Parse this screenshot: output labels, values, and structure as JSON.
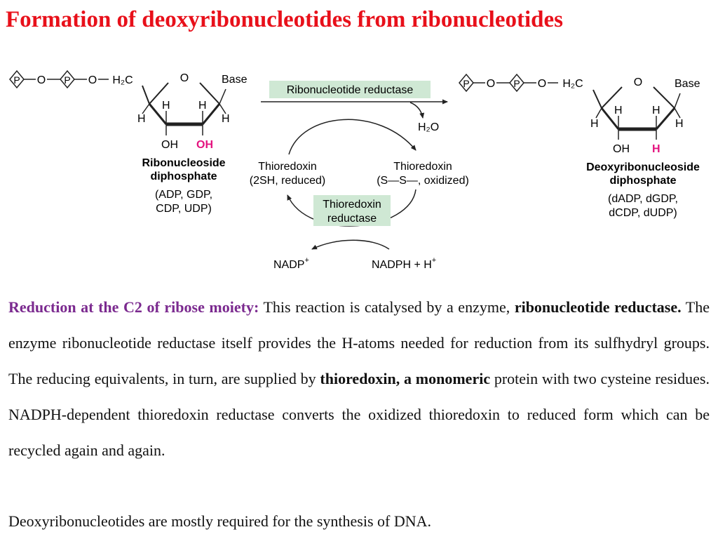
{
  "title": "Formation of deoxyribonucleotides from ribonucleotides",
  "diagram": {
    "left_molecule": {
      "phosphate": "P",
      "o_link": "O",
      "h2c": "H₂C",
      "ring_o": "O",
      "base": "Base",
      "h": "H",
      "oh": "OH",
      "oh_highlight": "OH",
      "name_line1": "Ribonucleoside",
      "name_line2": "diphosphate",
      "examples_line1": "(ADP, GDP,",
      "examples_line2": "CDP, UDP)"
    },
    "right_molecule": {
      "phosphate": "P",
      "o_link": "O",
      "h2c": "H₂C",
      "ring_o": "O",
      "base": "Base",
      "h": "H",
      "oh": "OH",
      "h_highlight": "H",
      "name_line1": "Deoxyribonucleoside",
      "name_line2": "diphosphate",
      "examples_line1": "(dADP, dGDP,",
      "examples_line2": "dCDP, dUDP)"
    },
    "enzyme_main": "Ribonucleotide reductase",
    "water": "H₂O",
    "thioredoxin_reduced_line1": "Thioredoxin",
    "thioredoxin_reduced_line2": "(2SH, reduced)",
    "thioredoxin_oxidized_line1": "Thioredoxin",
    "thioredoxin_oxidized_line2": "(S—S—, oxidized)",
    "thioredoxin_reductase_line1": "Thioredoxin",
    "thioredoxin_reductase_line2": "reductase",
    "nadp": "NADP",
    "nadp_sup": "+",
    "nadph": "NADPH + H",
    "nadph_sup": "+"
  },
  "paragraph1": {
    "lead": "Reduction at the C2 of ribose moiety:",
    "t1": " This reaction is catalysed by a enzyme, ",
    "b1": "ribonucleotide reductase.",
    "t2": " The enzyme ribonucleotide reductase itself provides the H-atoms needed for reduction from its sulfhydryl groups. The reducing equivalents, in turn, are supplied by ",
    "b2": "thioredoxin, a monomeric",
    "t3": " protein with two cysteine residues. NADPH-dependent thioredoxin reductase converts the oxidized thioredoxin to reduced form which can be recycled again and again."
  },
  "paragraph2": "Deoxyribonucleotides are mostly required for the synthesis of DNA.",
  "colors": {
    "title": "#e8101a",
    "highlight": "#e4137f",
    "enzyme_box": "#cfe8d4",
    "lead_text": "#7b2a8f"
  }
}
